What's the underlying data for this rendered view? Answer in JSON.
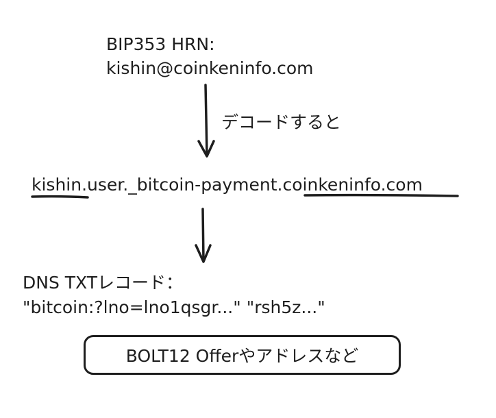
{
  "hrn": {
    "label": "BIP353 HRN:",
    "value": "kishin@coinkeninfo.com"
  },
  "decode": {
    "label": "デコードすると"
  },
  "dns_name": {
    "user": "kishin",
    "middle": ".user._bitcoin-payment.",
    "domain": "coinkeninfo.com"
  },
  "dns_txt": {
    "label": "DNS TXTレコード：",
    "value": "\"bitcoin:?lno=lno1qsgr...\" \"rsh5z...\""
  },
  "result": {
    "label": "BOLT12 Offerやアドレスなど"
  },
  "colors": {
    "ink": "#1e1e1e",
    "background": "#ffffff"
  }
}
